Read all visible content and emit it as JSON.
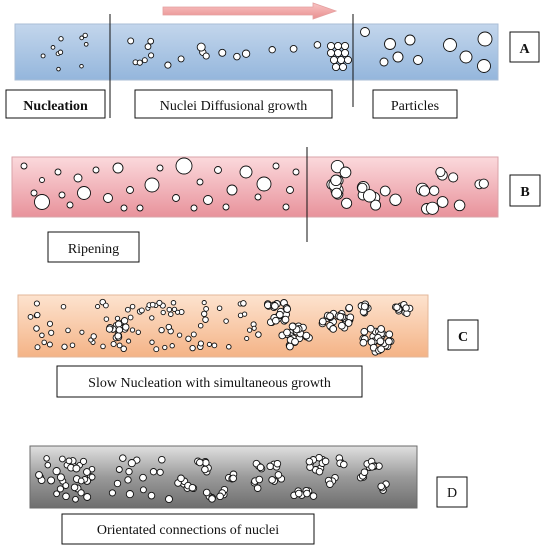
{
  "panels": {
    "a": {
      "letter": "A",
      "stage_labels": [
        "Nucleation",
        "Nuclei Diffusional growth",
        "Particles"
      ],
      "colors": {
        "top": "#c3d6ec",
        "bottom": "#94b6dc",
        "border": "#a9bdd6"
      }
    },
    "b": {
      "letter": "B",
      "stage_label": "Ripening",
      "colors": {
        "top": "#fbd9dc",
        "bottom": "#e8929b",
        "border": "#d9a3a9"
      }
    },
    "c": {
      "letter": "C",
      "stage_label": "Slow Nucleation with simultaneous growth",
      "colors": {
        "top": "#fde3cf",
        "bottom": "#f4b386",
        "border": "#e3b79a"
      }
    },
    "d": {
      "letter": "D",
      "stage_label": "Orientated connections of nuclei",
      "colors": {
        "top": "#e6e6e6",
        "bottom": "#7a7a7a",
        "border": "#6b6b6b"
      }
    }
  },
  "arrow_color": "#f3a7a7"
}
